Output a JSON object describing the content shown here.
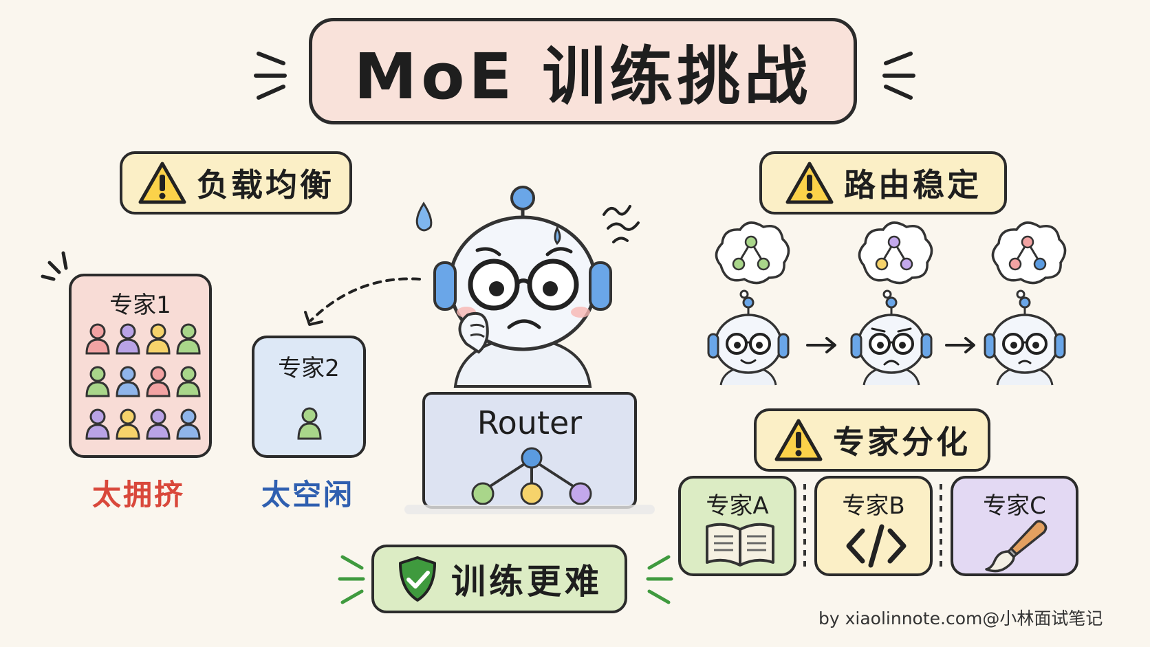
{
  "title": "MoE 训练挑战",
  "challenges": {
    "load_balance": "负载均衡",
    "routing_stability": "路由稳定",
    "expert_specialization": "专家分化"
  },
  "experts_panel": {
    "expert1": {
      "label": "专家1",
      "status": "太拥挤"
    },
    "expert2": {
      "label": "专家2",
      "status": "太空闲"
    }
  },
  "router_label": "Router",
  "conclusion": "训练更难",
  "specialized_experts": [
    {
      "label": "专家A",
      "icon": "book-icon"
    },
    {
      "label": "专家B",
      "icon": "code-icon"
    },
    {
      "label": "专家C",
      "icon": "paintbrush-icon"
    }
  ],
  "watermark": "by xiaolinnote.com@小林面试笔记",
  "colors": {
    "warning": "#fbd24a",
    "crowded_red": "#d9483b",
    "idle_blue": "#2f5fb0",
    "check_green": "#3f9a3e",
    "router_blue": "#5b9be0"
  }
}
